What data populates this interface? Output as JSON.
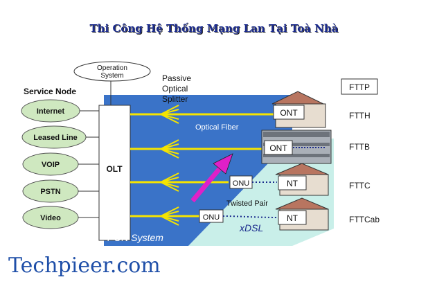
{
  "title": "Thi Công Hệ Thống Mạng Lan Tại Toà Nhà",
  "labels": {
    "operation_system": [
      "Operation",
      "System"
    ],
    "service_node": "Service Node",
    "passive_splitter": [
      "Passive",
      "Optical",
      "Splitter"
    ],
    "olt": "OLT",
    "optical_fiber": "Optical Fiber",
    "pon_system": "PON System",
    "twisted_pair": "Twisted Pair",
    "xdsl": "xDSL"
  },
  "services": [
    "Internet",
    "Leased Line",
    "VOIP",
    "PSTN",
    "Video"
  ],
  "endpoints": {
    "fttp": "FTTP",
    "ftth": "FTTH",
    "fttb": "FTTB",
    "fttc": "FTTC",
    "fttcab": "FTTCab"
  },
  "equipment": {
    "ont_house": "ONT",
    "ont_building": "ONT",
    "onu_1": "ONU",
    "onu_2": "ONU",
    "nt_1": "NT",
    "nt_2": "NT"
  },
  "watermark": "Techpieer.com",
  "colors": {
    "pon_blue": "#3a73c8",
    "fiber_yellow": "#f5e400",
    "service_green": "#cfe8c0",
    "arrow_magenta": "#e020c8",
    "title_blue": "#1a2a8c"
  }
}
